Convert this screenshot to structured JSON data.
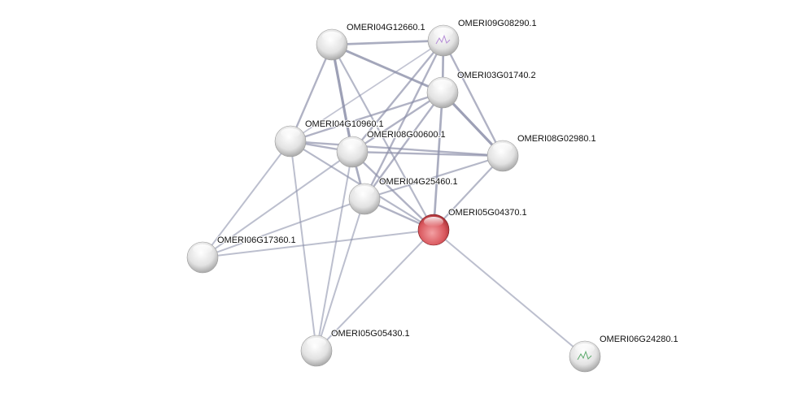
{
  "network": {
    "query_node": "OMERI05G04370.1",
    "colors": {
      "query": "#d9575d",
      "node": "#e6e6e6",
      "edge": "#8a8ea8"
    },
    "nodes": [
      {
        "id": "OMERI04G12660.1"
      },
      {
        "id": "OMERI09G08290.1",
        "icon": "protein-structure"
      },
      {
        "id": "OMERI03G01740.2"
      },
      {
        "id": "OMERI04G10960.1"
      },
      {
        "id": "OMERI08G00600.1"
      },
      {
        "id": "OMERI08G02980.1"
      },
      {
        "id": "OMERI04G25460.1"
      },
      {
        "id": "OMERI05G04370.1"
      },
      {
        "id": "OMERI06G17360.1"
      },
      {
        "id": "OMERI05G05430.1"
      },
      {
        "id": "OMERI06G24280.1",
        "icon": "protein-structure"
      }
    ],
    "edges": [
      [
        "OMERI04G12660.1",
        "OMERI09G08290.1",
        0.7
      ],
      [
        "OMERI04G12660.1",
        "OMERI03G01740.2",
        0.8
      ],
      [
        "OMERI04G12660.1",
        "OMERI04G10960.1",
        0.6
      ],
      [
        "OMERI04G12660.1",
        "OMERI08G00600.1",
        0.9
      ],
      [
        "OMERI04G12660.1",
        "OMERI05G04370.1",
        0.5
      ],
      [
        "OMERI09G08290.1",
        "OMERI04G10960.1",
        0.3
      ],
      [
        "OMERI09G08290.1",
        "OMERI03G01740.2",
        0.7
      ],
      [
        "OMERI09G08290.1",
        "OMERI08G02980.1",
        0.6
      ],
      [
        "OMERI09G08290.1",
        "OMERI08G00600.1",
        0.6
      ],
      [
        "OMERI09G08290.1",
        "OMERI04G25460.1",
        0.6
      ],
      [
        "OMERI03G01740.2",
        "OMERI04G10960.1",
        0.6
      ],
      [
        "OMERI03G01740.2",
        "OMERI08G02980.1",
        0.9
      ],
      [
        "OMERI03G01740.2",
        "OMERI08G00600.1",
        0.6
      ],
      [
        "OMERI03G01740.2",
        "OMERI04G25460.1",
        0.6
      ],
      [
        "OMERI03G01740.2",
        "OMERI05G04370.1",
        0.7
      ],
      [
        "OMERI04G10960.1",
        "OMERI08G00600.1",
        0.6
      ],
      [
        "OMERI04G10960.1",
        "OMERI08G02980.1",
        0.6
      ],
      [
        "OMERI04G10960.1",
        "OMERI06G17360.1",
        0.4
      ],
      [
        "OMERI04G10960.1",
        "OMERI05G05430.1",
        0.4
      ],
      [
        "OMERI04G10960.1",
        "OMERI05G04370.1",
        0.5
      ],
      [
        "OMERI08G00600.1",
        "OMERI08G02980.1",
        0.6
      ],
      [
        "OMERI08G00600.1",
        "OMERI04G25460.1",
        0.7
      ],
      [
        "OMERI08G00600.1",
        "OMERI05G04370.1",
        0.6
      ],
      [
        "OMERI08G00600.1",
        "OMERI06G17360.1",
        0.4
      ],
      [
        "OMERI08G00600.1",
        "OMERI05G05430.1",
        0.4
      ],
      [
        "OMERI08G02980.1",
        "OMERI04G25460.1",
        0.5
      ],
      [
        "OMERI08G02980.1",
        "OMERI05G04370.1",
        0.5
      ],
      [
        "OMERI04G25460.1",
        "OMERI05G04370.1",
        0.6
      ],
      [
        "OMERI04G25460.1",
        "OMERI06G17360.1",
        0.4
      ],
      [
        "OMERI04G25460.1",
        "OMERI05G05430.1",
        0.4
      ],
      [
        "OMERI05G04370.1",
        "OMERI06G17360.1",
        0.4
      ],
      [
        "OMERI05G04370.1",
        "OMERI05G05430.1",
        0.4
      ],
      [
        "OMERI05G04370.1",
        "OMERI06G24280.1",
        0.4
      ]
    ]
  }
}
